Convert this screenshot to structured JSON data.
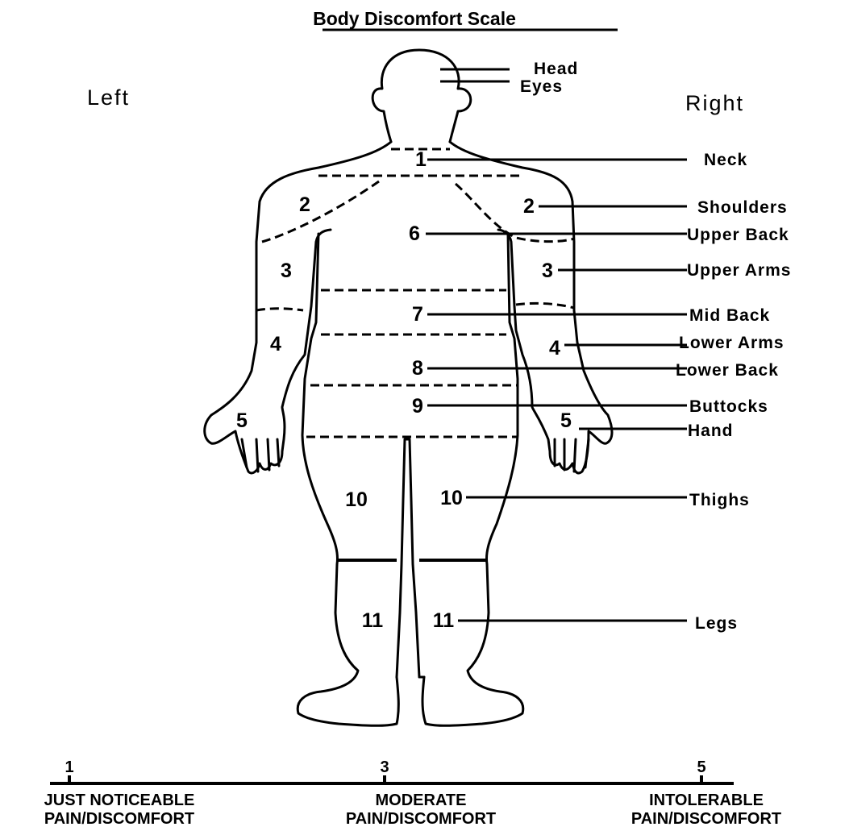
{
  "title": "Body Discomfort Scale",
  "sides": {
    "left": "Left",
    "right": "Right"
  },
  "body_parts": [
    {
      "label": "Head",
      "number": ""
    },
    {
      "label": "Eyes",
      "number": ""
    },
    {
      "label": "Neck",
      "number": "1"
    },
    {
      "label": "Shoulders",
      "number": "2"
    },
    {
      "label": "Upper Back",
      "number": "6"
    },
    {
      "label": "Upper Arms",
      "number": "3"
    },
    {
      "label": "Mid Back",
      "number": "7"
    },
    {
      "label": "Lower Arms",
      "number": "4"
    },
    {
      "label": "Lower Back",
      "number": "8"
    },
    {
      "label": "Buttocks",
      "number": "9"
    },
    {
      "label": "Hand",
      "number": "5"
    },
    {
      "label": "Thighs",
      "number": "10"
    },
    {
      "label": "Legs",
      "number": "11"
    }
  ],
  "left_numbers": [
    "2",
    "3",
    "4",
    "5",
    "10",
    "11"
  ],
  "scale": {
    "ticks": [
      "1",
      "3",
      "5"
    ],
    "labels": [
      [
        "JUST NOTICEABLE",
        "PAIN/DISCOMFORT"
      ],
      [
        "MODERATE",
        "PAIN/DISCOMFORT"
      ],
      [
        "INTOLERABLE",
        "PAIN/DISCOMFORT"
      ]
    ]
  }
}
